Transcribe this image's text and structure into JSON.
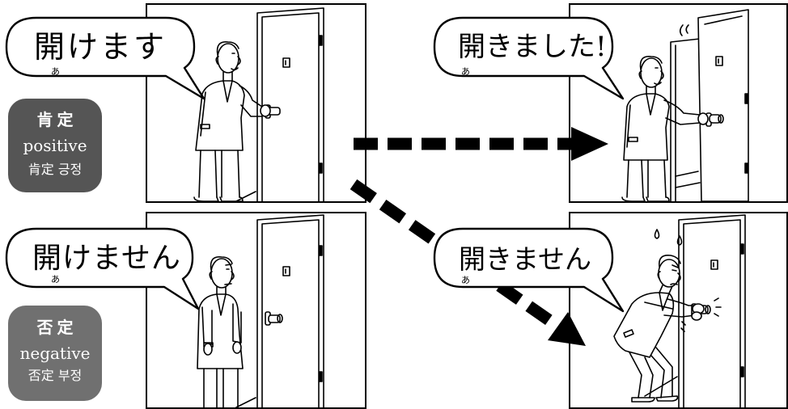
{
  "scenes": [
    {
      "speech": "開けます",
      "furigana": "あ"
    },
    {
      "speech": "開きました!",
      "furigana": "あ"
    },
    {
      "speech": "開けません",
      "furigana": "あ"
    },
    {
      "speech": "開きません",
      "furigana": "あ"
    }
  ],
  "badges": {
    "positive": {
      "title": "肯定",
      "english": "positive",
      "translations": "肯定 긍정",
      "color": "#555555"
    },
    "negative": {
      "title": "否定",
      "english": "negative",
      "translations": "否定 부정",
      "color": "#707070"
    }
  },
  "icons": {
    "arrow_to_opened": "dashed-arrow-right",
    "arrow_to_not_opened": "dashed-arrow-diagonal"
  },
  "colors": {
    "ink": "#000000",
    "background": "#ffffff",
    "badge_text": "#ffffff"
  }
}
